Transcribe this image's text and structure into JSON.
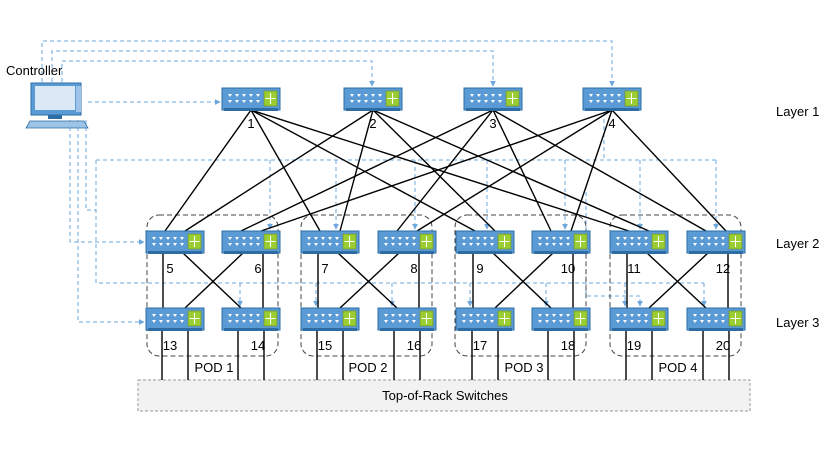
{
  "controller": {
    "label": "Controller"
  },
  "layers": [
    "Layer 1",
    "Layer 2",
    "Layer 3"
  ],
  "switches": [
    {
      "id": "1",
      "layer": 1
    },
    {
      "id": "2",
      "layer": 1
    },
    {
      "id": "3",
      "layer": 1
    },
    {
      "id": "4",
      "layer": 1
    },
    {
      "id": "5",
      "layer": 2,
      "pod": 1
    },
    {
      "id": "6",
      "layer": 2,
      "pod": 1
    },
    {
      "id": "7",
      "layer": 2,
      "pod": 2
    },
    {
      "id": "8",
      "layer": 2,
      "pod": 2
    },
    {
      "id": "9",
      "layer": 2,
      "pod": 3
    },
    {
      "id": "10",
      "layer": 2,
      "pod": 3
    },
    {
      "id": "11",
      "layer": 2,
      "pod": 4
    },
    {
      "id": "12",
      "layer": 2,
      "pod": 4
    },
    {
      "id": "13",
      "layer": 3,
      "pod": 1
    },
    {
      "id": "14",
      "layer": 3,
      "pod": 1
    },
    {
      "id": "15",
      "layer": 3,
      "pod": 2
    },
    {
      "id": "16",
      "layer": 3,
      "pod": 2
    },
    {
      "id": "17",
      "layer": 3,
      "pod": 3
    },
    {
      "id": "18",
      "layer": 3,
      "pod": 3
    },
    {
      "id": "19",
      "layer": 3,
      "pod": 4
    },
    {
      "id": "20",
      "layer": 3,
      "pod": 4
    }
  ],
  "pods": [
    "POD 1",
    "POD 2",
    "POD 3",
    "POD 4"
  ],
  "tor": {
    "label": "Top-of-Rack Switches"
  },
  "colors": {
    "switch": "#5b9bd5",
    "switch_border": "#2e6da4",
    "port_panel": "#9acd32",
    "control_link": "#6fa8dc",
    "data_link": "#000000",
    "tor_fill": "#f2f2f2"
  }
}
